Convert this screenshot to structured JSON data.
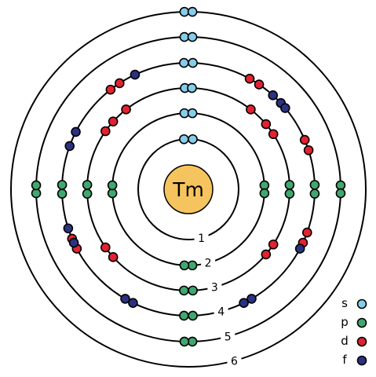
{
  "element": {
    "symbol": "Tm",
    "nucleus_color": "#F6C45E"
  },
  "shells": [
    {
      "label": "1",
      "electrons": {
        "s": 2
      }
    },
    {
      "label": "2",
      "electrons": {
        "s": 2,
        "p": 6
      }
    },
    {
      "label": "3",
      "electrons": {
        "s": 2,
        "p": 6,
        "d": 10
      }
    },
    {
      "label": "4",
      "electrons": {
        "s": 2,
        "p": 6,
        "d": 10,
        "f": 13
      }
    },
    {
      "label": "5",
      "electrons": {
        "s": 2,
        "p": 6
      }
    },
    {
      "label": "6",
      "electrons": {
        "s": 2
      }
    }
  ],
  "legend": [
    {
      "key": "s",
      "label": "s",
      "color": "#86CDEA"
    },
    {
      "key": "p",
      "label": "p",
      "color": "#40A770"
    },
    {
      "key": "d",
      "label": "d",
      "color": "#E22231"
    },
    {
      "key": "f",
      "label": "f",
      "color": "#2B3282"
    }
  ]
}
